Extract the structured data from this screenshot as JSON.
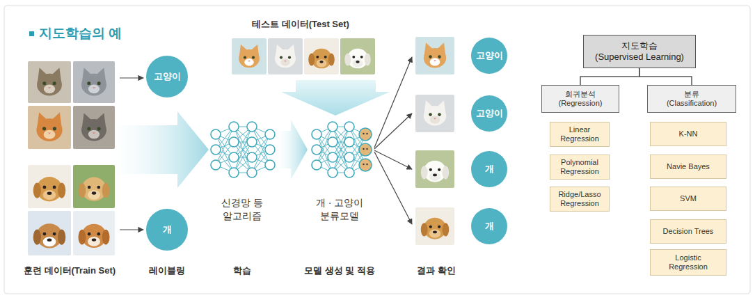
{
  "diagram": {
    "title": "지도학습의 예",
    "nodes": [
      {
        "text": [
          "고양이"
        ]
      },
      {
        "text": [
          "개"
        ]
      },
      {
        "text": [
          "고양이"
        ]
      },
      {
        "text": [
          "고양이"
        ]
      },
      {
        "text": [
          "개"
        ]
      },
      {
        "text": [
          "개"
        ]
      },
      {
        "text": [
          "지도학습",
          "(Supervised Learning)"
        ]
      },
      {
        "text": [
          "회귀분석",
          "(Regression)"
        ]
      },
      {
        "text": [
          "분류",
          "(Classification)"
        ]
      },
      {
        "text": [
          "Linear Regression"
        ]
      },
      {
        "text": [
          "Polynomial Regression"
        ]
      },
      {
        "text": [
          "Ridge/Lasso Regression"
        ]
      },
      {
        "text": [
          "K-NN"
        ]
      },
      {
        "text": [
          "Navie Bayes"
        ]
      },
      {
        "text": [
          "SVM"
        ]
      },
      {
        "text": [
          "Decision Trees"
        ]
      },
      {
        "text": [
          "Logistic Regression"
        ]
      }
    ],
    "edges": [
      {
        "from": 6,
        "to": 7,
        "arrow": "none"
      },
      {
        "from": 6,
        "to": 8,
        "arrow": "none"
      }
    ],
    "labels": [
      "테스트 데이터(Test Set)",
      "신경망 등 알고리즘",
      "개 · 고양이 분류모델",
      "훈련 데이터(Train Set)",
      "레이블링",
      "학습",
      "모델 생성 및 적용",
      "결과 확인"
    ]
  }
}
